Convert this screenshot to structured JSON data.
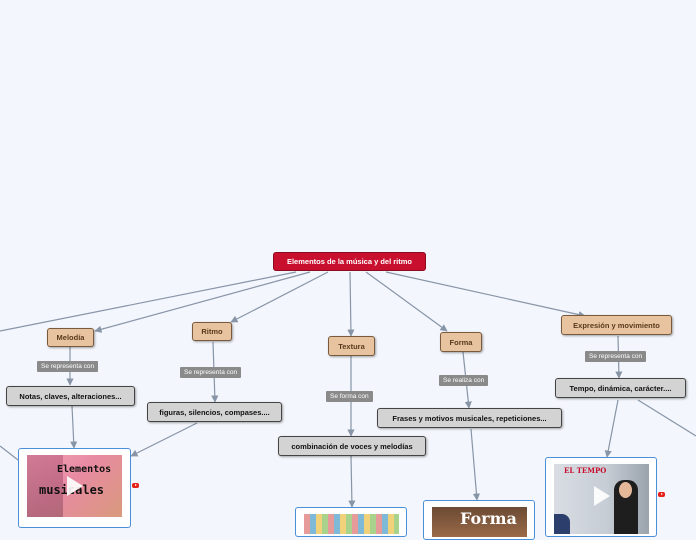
{
  "map": {
    "root": "Elementos de la música y del ritmo",
    "topics": {
      "melodia": "Melodía",
      "ritmo": "Ritmo",
      "textura": "Textura",
      "forma": "Forma",
      "expresion": "Expresión y movimiento"
    },
    "link_labels": {
      "melodia": "Se representa con",
      "ritmo": "Se representa con",
      "textura": "Se forma con",
      "forma": "Se realiza con",
      "expresion": "Se representa con"
    },
    "details": {
      "melodia": "Notas, claves, alteraciones...",
      "ritmo": "figuras, silencios, compases....",
      "textura": "combinación de voces y melodías",
      "forma": "Frases y motivos musicales, repeticiones...",
      "expresion": "Tempo, dinámica, carácter...."
    },
    "media": {
      "elementos_title_line1": "Elementos",
      "elementos_title_line2": "musicales",
      "tempo_title": "EL TEMPO",
      "forma_title": "Forma",
      "play_icon": "play-icon",
      "video_icon": "youtube-icon"
    },
    "colors": {
      "root": "#c8102e",
      "topic": "#e8c3a0",
      "detail": "#d3d3d3",
      "connector": "#8895a7",
      "card_border": "#4a90d9"
    }
  }
}
